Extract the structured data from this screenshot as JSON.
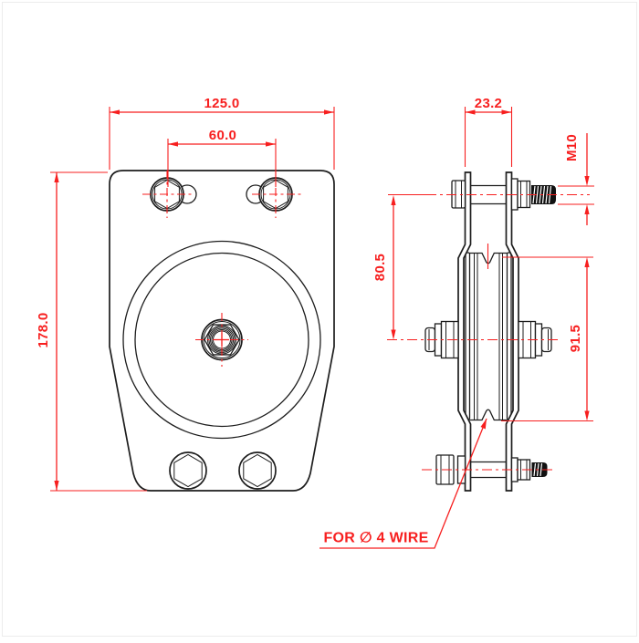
{
  "drawing_title": "Pulley block technical drawing - front and side views",
  "dimensions": {
    "plate_width": "125.0",
    "hole_spacing": "60.0",
    "plate_height": "178.0",
    "assembly_width": "23.2",
    "thread_spec": "M10",
    "bolt_to_axle": "80.5",
    "groove_span": "91.5"
  },
  "annotations": {
    "wire_note": "FOR ∅ 4 WIRE"
  },
  "colors": {
    "dimension_red": "#f71f1f",
    "outline_black": "#1d1d1d",
    "background": "#ffffff",
    "frame_gray": "#ececec"
  }
}
